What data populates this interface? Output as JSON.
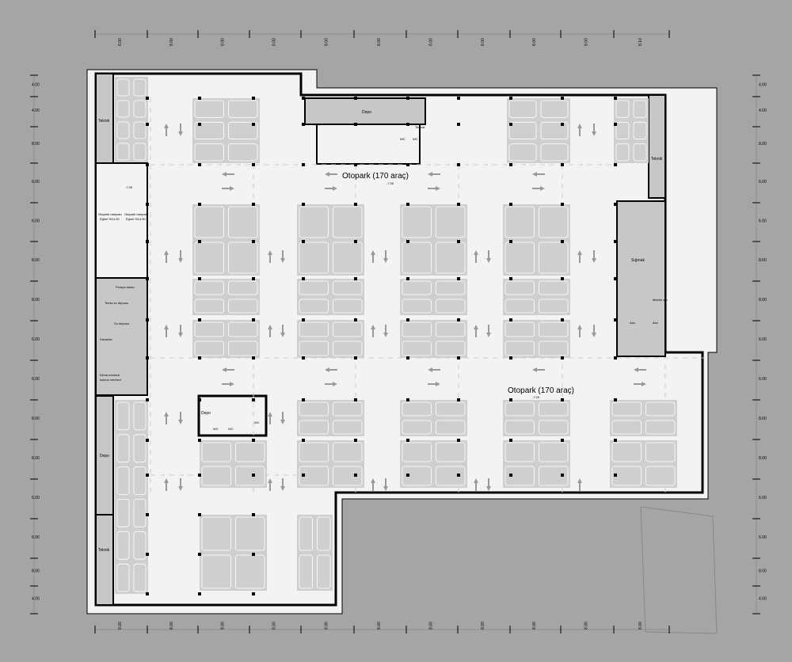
{
  "plan": {
    "main_label": "Otopark (170 araç)",
    "main_level": "-7.00",
    "second_label": "Otopark (170 araç)",
    "second_level": "-7.00",
    "ramp_level": "-7.00",
    "teknik": "Teknik",
    "depo": "Depo",
    "siginak": "Sığınak",
    "ramp_a": "Otopark rampası",
    "ramp_a2": "Eğimi %14.50",
    "ramp_b": "Otopark rampası",
    "ramp_b2": "Eğimi %14.50",
    "rooms_left": [
      "Pompa odası",
      "Temiz su deposu",
      "Su deposu",
      "Kazanlar",
      "Klima merkezi"
    ],
    "rooms_left_extra": "kolnus merkezi",
    "wc": "WC",
    "asansor": "Asn",
    "kotu": "Mekân otu",
    "tesisat": "Tesisat"
  },
  "dimensions": {
    "top": [
      "8.00",
      "8.00",
      "8.00",
      "8.00",
      "8.00",
      "8.00",
      "8.00",
      "8.00",
      "8.00",
      "8.00",
      "8.10"
    ],
    "bottom": [
      "8.00",
      "8.00",
      "8.00",
      "8.00",
      "8.00",
      "8.00",
      "8.00",
      "8.00",
      "8.00",
      "8.00",
      "8.00"
    ],
    "left": [
      "4.00",
      "4.00",
      "8.00",
      "6.00",
      "6.00",
      "8.00",
      "8.00",
      "6.00",
      "6.00",
      "8.00",
      "8.00",
      "6.00",
      "6.00",
      "8.00",
      "4.00"
    ],
    "right": [
      "4.00",
      "4.00",
      "8.00",
      "6.00",
      "6.00",
      "8.00",
      "8.00",
      "6.00",
      "6.00",
      "8.00",
      "8.00",
      "6.00",
      "6.00",
      "8.00",
      "4.00"
    ]
  },
  "colors": {
    "background": "#a5a5a5",
    "floor": "#f3f3f3",
    "wall": "#000000",
    "stall": "#cfcfcf",
    "service": "#c7c7c7"
  }
}
